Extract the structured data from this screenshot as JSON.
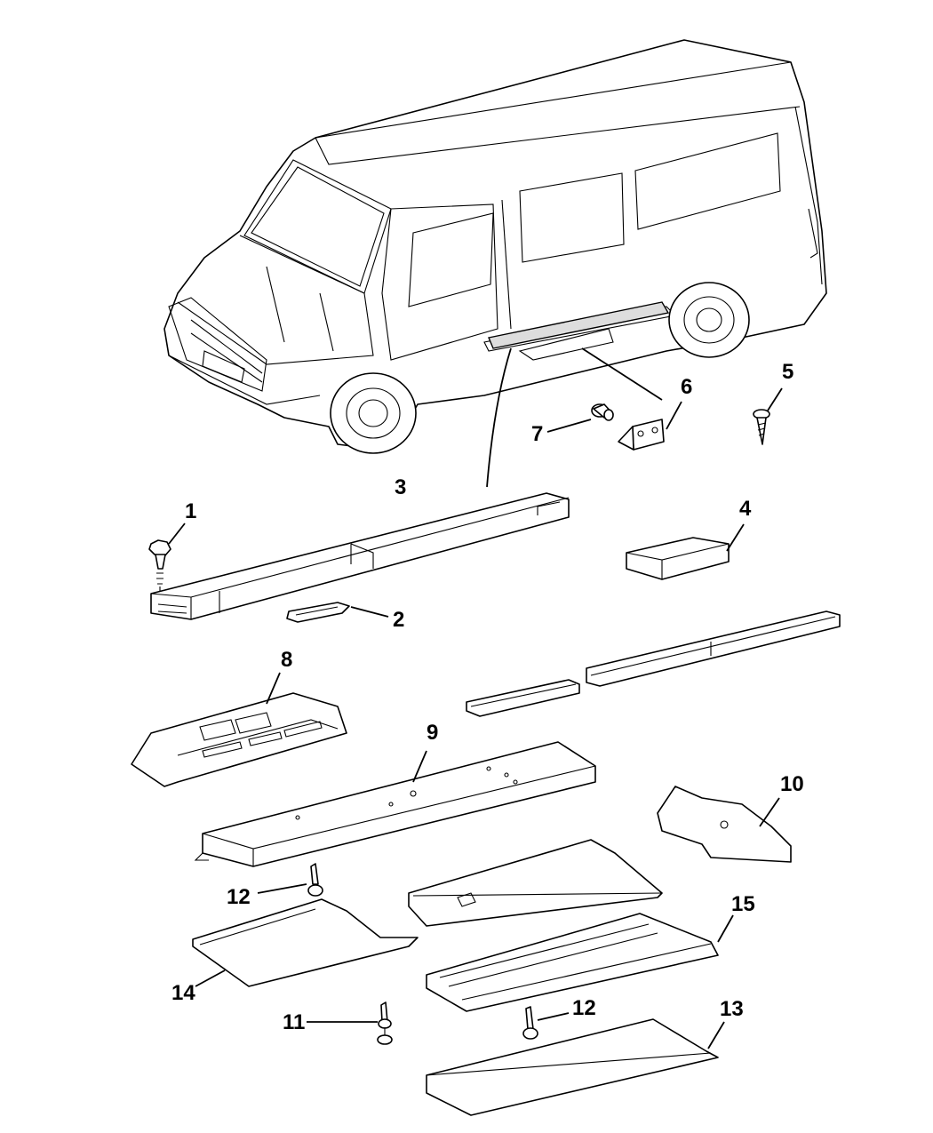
{
  "diagram": {
    "title": "Van side step / running board parts diagram",
    "callouts": [
      {
        "id": "c1",
        "label": "1"
      },
      {
        "id": "c2",
        "label": "2"
      },
      {
        "id": "c3",
        "label": "3"
      },
      {
        "id": "c4",
        "label": "4"
      },
      {
        "id": "c5",
        "label": "5"
      },
      {
        "id": "c6",
        "label": "6"
      },
      {
        "id": "c7",
        "label": "7"
      },
      {
        "id": "c8",
        "label": "8"
      },
      {
        "id": "c9",
        "label": "9"
      },
      {
        "id": "c10",
        "label": "10"
      },
      {
        "id": "c11",
        "label": "11"
      },
      {
        "id": "c12a",
        "label": "12"
      },
      {
        "id": "c12b",
        "label": "12"
      },
      {
        "id": "c13",
        "label": "13"
      },
      {
        "id": "c14",
        "label": "14"
      },
      {
        "id": "c15",
        "label": "15"
      }
    ]
  }
}
